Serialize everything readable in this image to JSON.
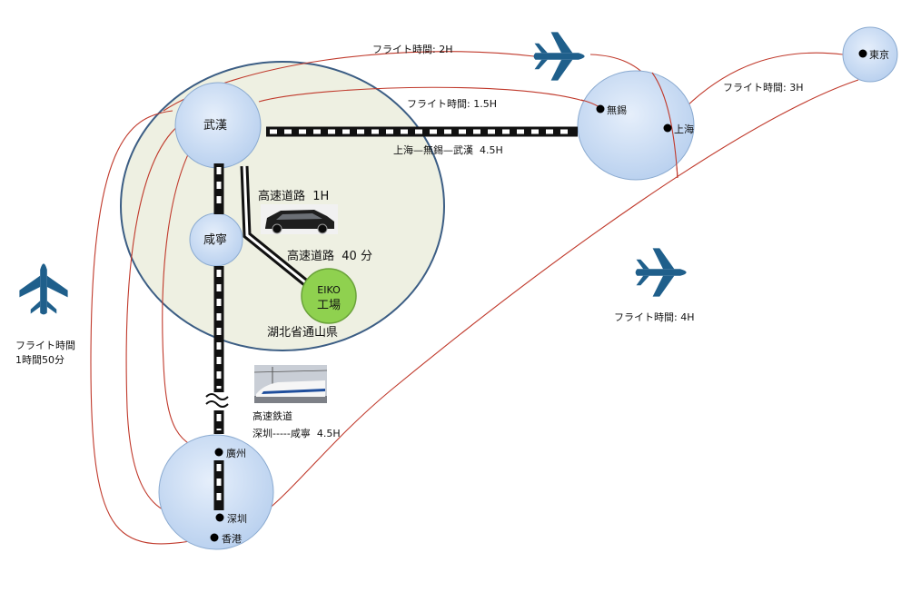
{
  "region": {
    "name": "湖北省通山県",
    "fill_color": "#eef0e2",
    "outline_color": "#3b5d84"
  },
  "cities": {
    "wuhan": "武漢",
    "xianning": "咸寧",
    "wuxi": "無錫",
    "shanghai": "上海",
    "tokyo": "東京",
    "guangzhou": "廣州",
    "shenzhen": "深圳",
    "hongkong": "香港"
  },
  "factory": {
    "name": "EIKO",
    "label": "工場",
    "color": "#8fd14f"
  },
  "routes": {
    "highway_wuhan": "高速道路  1H",
    "highway_xianning": "高速道路  40 分",
    "rail_east": "上海—無錫—武漢  4.5H",
    "rail_south_title": "高速鉄道",
    "rail_south": "深圳-----咸寧  4.5H",
    "flight_2h": "フライト時間: 2H",
    "flight_1_5h": "フライト時間: 1.5H",
    "flight_3h": "フライト時間: 3H",
    "flight_4h": "フライト時間: 4H",
    "flight_left_title": "フライト時間",
    "flight_left_time": "1時間50分"
  },
  "icons": {
    "plane": "airplane-icon",
    "car": "car-photo",
    "train": "bullet-train-photo",
    "break": "rail-break-mark"
  },
  "colors": {
    "flight_route": "#c0392b",
    "plane": "#1f5f8b",
    "city_circle": "#c9dcf4"
  }
}
